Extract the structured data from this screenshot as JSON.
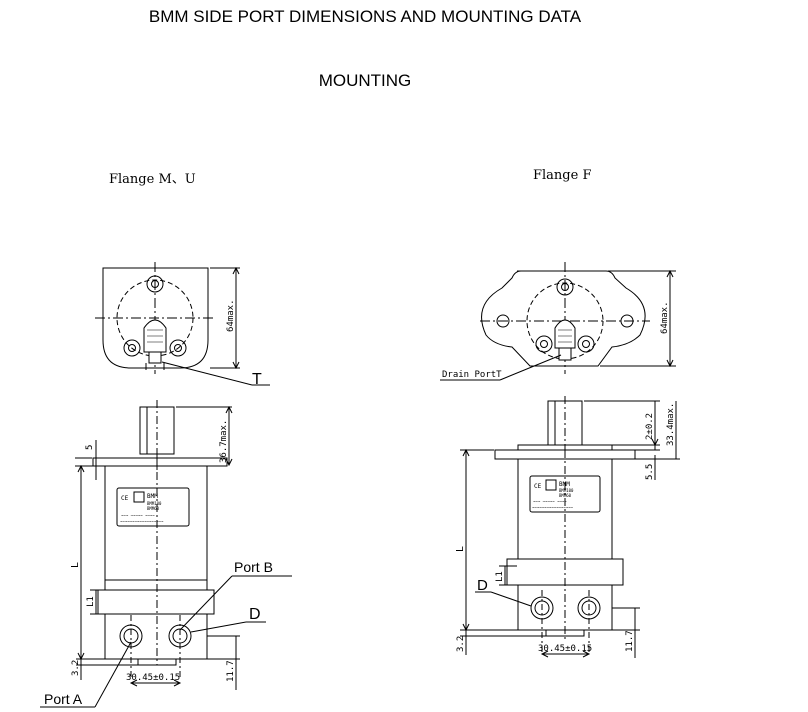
{
  "title": "BMM SIDE PORT DIMENSIONS AND MOUNTING DATA",
  "subtitle": "MOUNTING",
  "left_view": {
    "caption": "Flange M、U",
    "dim_height": "64max.",
    "label_t": "T",
    "dim_shaft": "36.7max.",
    "dim_5": "5",
    "dim_L": "L",
    "dim_L1": "L1",
    "dim_32": "3.2",
    "dim_117": "11.7",
    "dim_spacing": "30.45±0.15",
    "port_a": "Port A",
    "port_b": "Port B",
    "label_d": "D"
  },
  "right_view": {
    "caption": "Flange F",
    "dim_height": "64max.",
    "label_drain": "Drain PortT",
    "dim_2": "2±0.2",
    "dim_334": "33.4max.",
    "dim_55": "5.5",
    "dim_L": "L",
    "dim_L1": "L1",
    "dim_32": "3.2",
    "dim_117": "11.7",
    "dim_spacing": "30.45±0.15",
    "label_d": "D"
  }
}
